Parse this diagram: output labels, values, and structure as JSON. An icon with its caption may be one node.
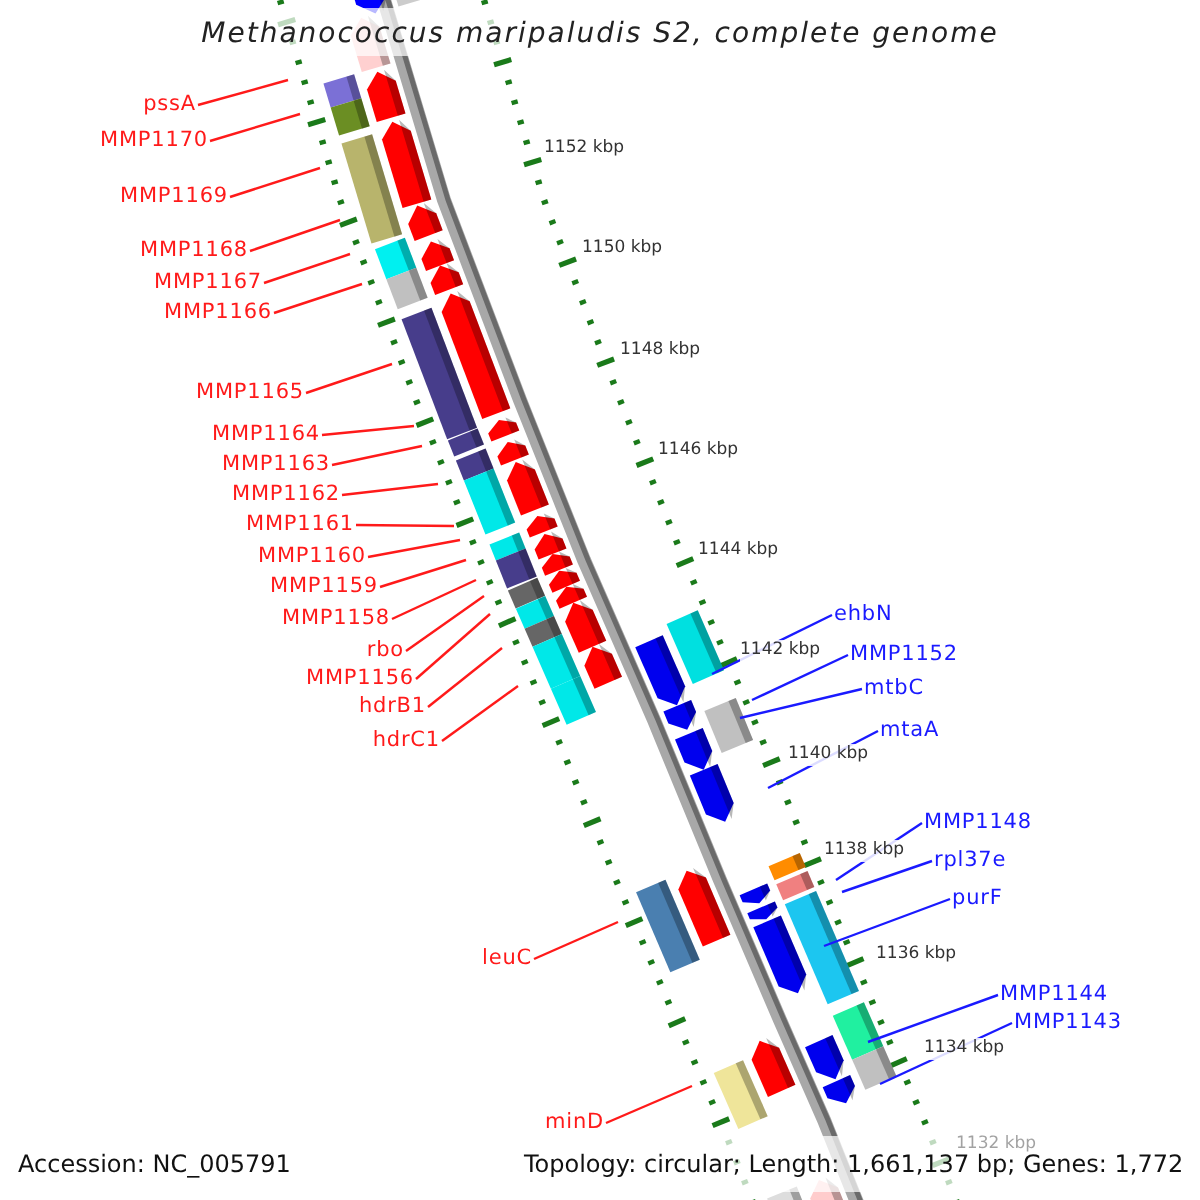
{
  "diagram": {
    "title": "Methanococcus maripaludis S2, complete genome",
    "nodes": [
      {
        "text": [
          "pssA"
        ]
      },
      {
        "text": [
          "MMP1170"
        ]
      },
      {
        "text": [
          "MMP1169"
        ]
      },
      {
        "text": [
          "MMP1168"
        ]
      },
      {
        "text": [
          "MMP1167"
        ]
      },
      {
        "text": [
          "MMP1166"
        ]
      },
      {
        "text": [
          "MMP1165"
        ]
      },
      {
        "text": [
          "MMP1164"
        ]
      },
      {
        "text": [
          "MMP1163"
        ]
      },
      {
        "text": [
          "MMP1162"
        ]
      },
      {
        "text": [
          "MMP1161"
        ]
      },
      {
        "text": [
          "MMP1160"
        ]
      },
      {
        "text": [
          "MMP1159"
        ]
      },
      {
        "text": [
          "MMP1158"
        ]
      },
      {
        "text": [
          "rbo"
        ]
      },
      {
        "text": [
          "MMP1156"
        ]
      },
      {
        "text": [
          "hdrB1"
        ]
      },
      {
        "text": [
          "hdrC1"
        ]
      },
      {
        "text": [
          "ehbN"
        ]
      },
      {
        "text": [
          "MMP1152"
        ]
      },
      {
        "text": [
          "mtbC"
        ]
      },
      {
        "text": [
          "mtaA"
        ]
      },
      {
        "text": [
          "MMP1148"
        ]
      },
      {
        "text": [
          "rpl37e"
        ]
      },
      {
        "text": [
          "purF"
        ]
      },
      {
        "text": [
          "leuC"
        ]
      },
      {
        "text": [
          "MMP1144"
        ]
      },
      {
        "text": [
          "MMP1143"
        ]
      },
      {
        "text": [
          "minD"
        ]
      }
    ],
    "edges": [
      {
        "from": 0,
        "to": null,
        "arrow": "none"
      },
      {
        "from": 1,
        "to": null,
        "arrow": "none"
      },
      {
        "from": 2,
        "to": null,
        "arrow": "none"
      },
      {
        "from": 3,
        "to": null,
        "arrow": "none"
      },
      {
        "from": 4,
        "to": null,
        "arrow": "none"
      },
      {
        "from": 5,
        "to": null,
        "arrow": "none"
      },
      {
        "from": 6,
        "to": null,
        "arrow": "none"
      },
      {
        "from": 7,
        "to": null,
        "arrow": "none"
      },
      {
        "from": 8,
        "to": null,
        "arrow": "none"
      },
      {
        "from": 9,
        "to": null,
        "arrow": "none"
      },
      {
        "from": 10,
        "to": null,
        "arrow": "none"
      },
      {
        "from": 11,
        "to": null,
        "arrow": "none"
      },
      {
        "from": 12,
        "to": null,
        "arrow": "none"
      },
      {
        "from": 13,
        "to": null,
        "arrow": "none"
      },
      {
        "from": 14,
        "to": null,
        "arrow": "none"
      },
      {
        "from": 15,
        "to": null,
        "arrow": "none"
      },
      {
        "from": 16,
        "to": null,
        "arrow": "none"
      },
      {
        "from": 17,
        "to": null,
        "arrow": "none"
      },
      {
        "from": 18,
        "to": null,
        "arrow": "none",
        "color": "#1a1aff"
      },
      {
        "from": 19,
        "to": null,
        "arrow": "none",
        "color": "#1a1aff"
      },
      {
        "from": 20,
        "to": null,
        "arrow": "none",
        "color": "#1a1aff"
      },
      {
        "from": 21,
        "to": null,
        "arrow": "none",
        "color": "#1a1aff"
      },
      {
        "from": 22,
        "to": null,
        "arrow": "none",
        "color": "#1a1aff"
      },
      {
        "from": 23,
        "to": null,
        "arrow": "none",
        "color": "#1a1aff"
      },
      {
        "from": 24,
        "to": null,
        "arrow": "none",
        "color": "#1a1aff"
      },
      {
        "from": 25,
        "to": null,
        "arrow": "none"
      },
      {
        "from": 26,
        "to": null,
        "arrow": "none",
        "color": "#1a1aff"
      },
      {
        "from": 27,
        "to": null,
        "arrow": "none",
        "color": "#1a1aff"
      },
      {
        "from": 28,
        "to": null,
        "arrow": "none"
      }
    ],
    "labels": [
      "1152 kbp",
      "1150 kbp",
      "1148 kbp",
      "1146 kbp",
      "1144 kbp",
      "1142 kbp",
      "1140 kbp",
      "1138 kbp",
      "1136 kbp",
      "1134 kbp",
      "1132 kbp",
      "Accession: NC_005791",
      "Topology: circular; Length: 1,661,137 bp; Genes: 1,772"
    ]
  }
}
